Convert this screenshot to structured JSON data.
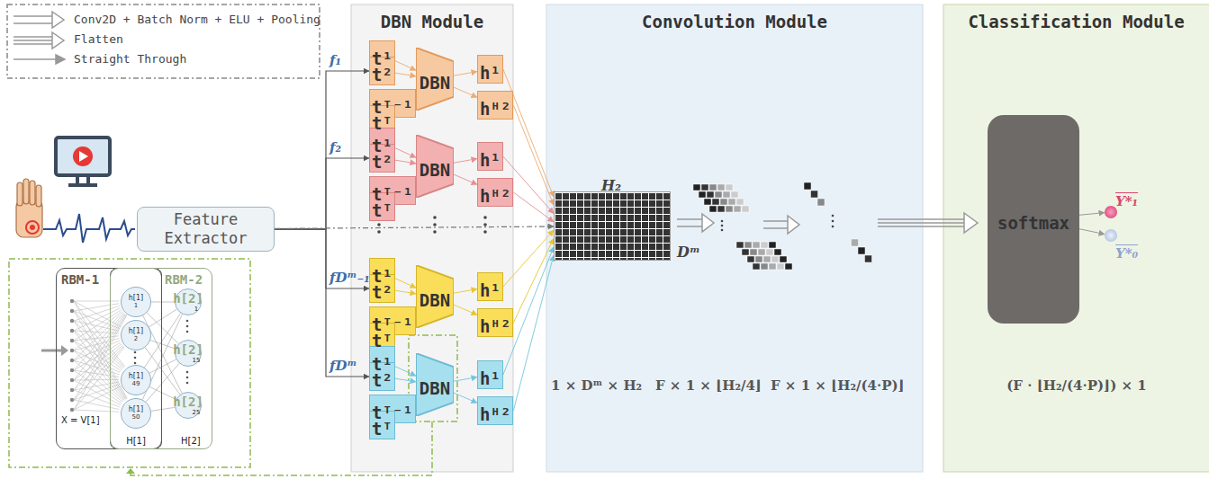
{
  "diagram": {
    "nodes": [
      {
        "text": [
          "DBN Module"
        ]
      },
      {
        "text": [
          "Convolution Module"
        ]
      },
      {
        "text": [
          "Classification Module"
        ]
      },
      {
        "text": [
          "Feature Extractor"
        ]
      },
      {
        "text": [
          "RBM-1",
          "X = V[1]"
        ]
      },
      {
        "text": [
          "H[1]"
        ]
      },
      {
        "text": [
          "RBM-2",
          "H[2]"
        ]
      },
      {
        "text": [
          "h[1]",
          "1"
        ],
        "in": 5
      },
      {
        "text": [
          "h[1]",
          "2"
        ],
        "in": 5
      },
      {
        "text": [
          "h[1]",
          "49"
        ],
        "in": 5
      },
      {
        "text": [
          "h[1]",
          "50"
        ],
        "in": 5
      },
      {
        "text": [
          "h[2]",
          "1"
        ],
        "in": 6
      },
      {
        "text": [
          "h[2]",
          "15"
        ],
        "in": 6
      },
      {
        "text": [
          "h[2]",
          "25"
        ],
        "in": 6
      },
      {
        "text": [
          "t¹"
        ],
        "in": 0
      },
      {
        "text": [
          "t²"
        ],
        "in": 0
      },
      {
        "text": [
          "tᵀ⁻¹"
        ],
        "in": 0
      },
      {
        "text": [
          "tᵀ"
        ],
        "in": 0
      },
      {
        "text": [
          "DBN"
        ],
        "in": 0
      },
      {
        "text": [
          "h¹"
        ],
        "in": 0
      },
      {
        "text": [
          "hᴴ²"
        ],
        "in": 0
      },
      {
        "text": [
          "t¹"
        ],
        "in": 0
      },
      {
        "text": [
          "t²"
        ],
        "in": 0
      },
      {
        "text": [
          "tᵀ⁻¹"
        ],
        "in": 0
      },
      {
        "text": [
          "tᵀ"
        ],
        "in": 0
      },
      {
        "text": [
          "DBN"
        ],
        "in": 0
      },
      {
        "text": [
          "h¹"
        ],
        "in": 0
      },
      {
        "text": [
          "hᴴ²"
        ],
        "in": 0
      },
      {
        "text": [
          "t¹"
        ],
        "in": 0
      },
      {
        "text": [
          "t²"
        ],
        "in": 0
      },
      {
        "text": [
          "tᵀ⁻¹"
        ],
        "in": 0
      },
      {
        "text": [
          "tᵀ"
        ],
        "in": 0
      },
      {
        "text": [
          "DBN"
        ],
        "in": 0
      },
      {
        "text": [
          "h¹"
        ],
        "in": 0
      },
      {
        "text": [
          "hᴴ²"
        ],
        "in": 0
      },
      {
        "text": [
          "t¹"
        ],
        "in": 0
      },
      {
        "text": [
          "t²"
        ],
        "in": 0
      },
      {
        "text": [
          "tᵀ⁻¹"
        ],
        "in": 0
      },
      {
        "text": [
          "tᵀ"
        ],
        "in": 0
      },
      {
        "text": [
          "DBN"
        ],
        "in": 0
      },
      {
        "text": [
          "h¹"
        ],
        "in": 0
      },
      {
        "text": [
          "hᴴ²"
        ],
        "in": 0
      },
      {
        "text": [
          "H₂",
          "Dᵐ"
        ],
        "in": 1
      },
      {
        "text": [
          "softmax"
        ],
        "in": 2
      },
      {
        "text": [
          "Y*₁"
        ],
        "in": 2
      },
      {
        "text": [
          "Y*₀"
        ],
        "in": 2
      }
    ],
    "edges": [
      {
        "from": 3,
        "to": 15,
        "arrow": "to",
        "label": "f₁"
      },
      {
        "from": 3,
        "to": 22,
        "arrow": "to",
        "label": "f₂"
      },
      {
        "from": 3,
        "to": 29,
        "arrow": "to",
        "label": "fDᵐ₋₁"
      },
      {
        "from": 3,
        "to": 36,
        "arrow": "to",
        "label": "fDᵐ"
      },
      {
        "from": 3,
        "to": 42,
        "arrow": "to"
      },
      {
        "from": 14,
        "to": 18,
        "arrow": "to"
      },
      {
        "from": 15,
        "to": 18,
        "arrow": "to"
      },
      {
        "from": 16,
        "to": 18,
        "arrow": "to"
      },
      {
        "from": 17,
        "to": 18,
        "arrow": "to"
      },
      {
        "from": 21,
        "to": 25,
        "arrow": "to"
      },
      {
        "from": 22,
        "to": 25,
        "arrow": "to"
      },
      {
        "from": 23,
        "to": 25,
        "arrow": "to"
      },
      {
        "from": 24,
        "to": 25,
        "arrow": "to"
      },
      {
        "from": 28,
        "to": 32,
        "arrow": "to"
      },
      {
        "from": 29,
        "to": 32,
        "arrow": "to"
      },
      {
        "from": 30,
        "to": 32,
        "arrow": "to"
      },
      {
        "from": 31,
        "to": 32,
        "arrow": "to"
      },
      {
        "from": 35,
        "to": 39,
        "arrow": "to"
      },
      {
        "from": 36,
        "to": 39,
        "arrow": "to"
      },
      {
        "from": 37,
        "to": 39,
        "arrow": "to"
      },
      {
        "from": 38,
        "to": 39,
        "arrow": "to"
      },
      {
        "from": 18,
        "to": 19,
        "arrow": "to"
      },
      {
        "from": 18,
        "to": 20,
        "arrow": "to"
      },
      {
        "from": 25,
        "to": 26,
        "arrow": "to"
      },
      {
        "from": 25,
        "to": 27,
        "arrow": "to"
      },
      {
        "from": 32,
        "to": 33,
        "arrow": "to"
      },
      {
        "from": 32,
        "to": 34,
        "arrow": "to"
      },
      {
        "from": 39,
        "to": 40,
        "arrow": "to"
      },
      {
        "from": 39,
        "to": 41,
        "arrow": "to"
      },
      {
        "from": 19,
        "to": 42,
        "arrow": "to"
      },
      {
        "from": 20,
        "to": 42,
        "arrow": "to"
      },
      {
        "from": 26,
        "to": 42,
        "arrow": "to"
      },
      {
        "from": 27,
        "to": 42,
        "arrow": "to"
      },
      {
        "from": 33,
        "to": 42,
        "arrow": "to"
      },
      {
        "from": 34,
        "to": 42,
        "arrow": "to"
      },
      {
        "from": 40,
        "to": 42,
        "arrow": "to"
      },
      {
        "from": 41,
        "to": 42,
        "arrow": "to"
      },
      {
        "from": 7,
        "to": 11,
        "arrow": "none"
      },
      {
        "from": 7,
        "to": 12,
        "arrow": "none"
      },
      {
        "from": 7,
        "to": 13,
        "arrow": "none"
      },
      {
        "from": 8,
        "to": 11,
        "arrow": "none"
      },
      {
        "from": 8,
        "to": 12,
        "arrow": "none"
      },
      {
        "from": 8,
        "to": 13,
        "arrow": "none"
      },
      {
        "from": 9,
        "to": 11,
        "arrow": "none"
      },
      {
        "from": 9,
        "to": 12,
        "arrow": "none"
      },
      {
        "from": 9,
        "to": 13,
        "arrow": "none"
      },
      {
        "from": 10,
        "to": 11,
        "arrow": "none"
      },
      {
        "from": 10,
        "to": 12,
        "arrow": "none"
      },
      {
        "from": 10,
        "to": 13,
        "arrow": "none"
      },
      {
        "from": 43,
        "to": 44,
        "arrow": "to"
      },
      {
        "from": 43,
        "to": 45,
        "arrow": "to"
      }
    ],
    "labels": [
      "1 × Dᵐ × H₂",
      "F × 1 × ⌊H₂/4⌋",
      "F × 1 × ⌊H₂/(4·P)⌋",
      "(F · ⌊H₂/(4·P)⌋) × 1"
    ],
    "legend": [
      {
        "text": "Conv2D + Batch Norm + ELU + Pooling"
      },
      {
        "text": "Flatten"
      },
      {
        "text": "Straight Through"
      }
    ]
  }
}
